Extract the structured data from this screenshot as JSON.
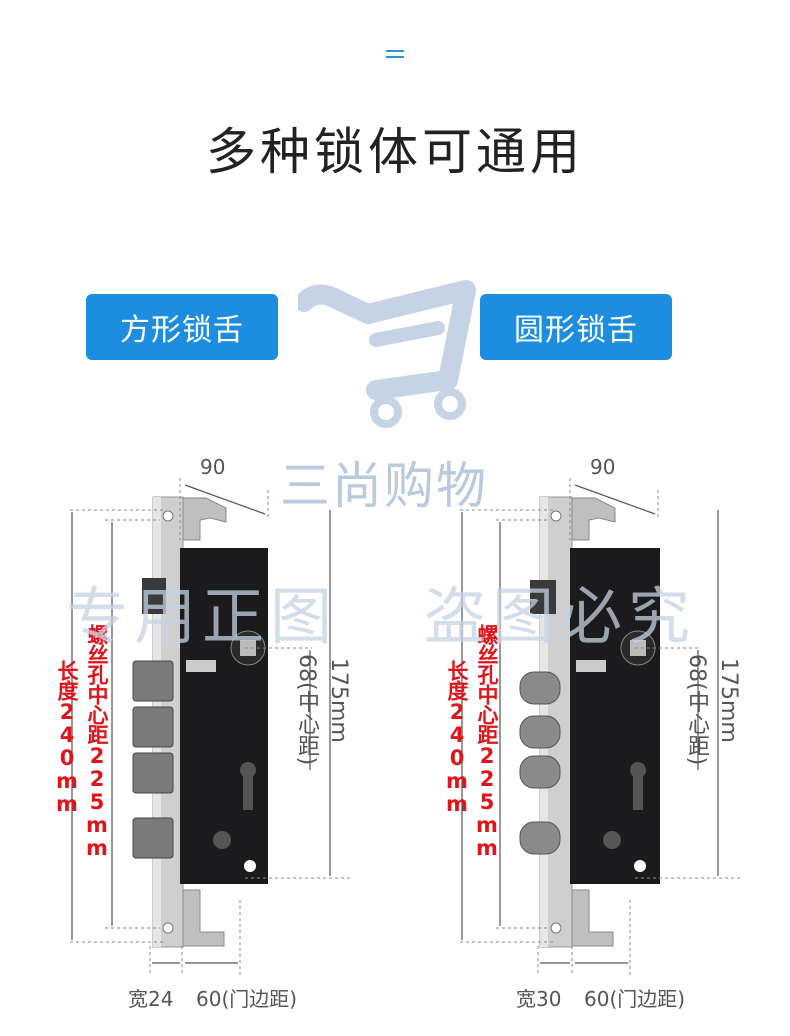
{
  "header": {
    "title": "多种锁体可通用"
  },
  "options": [
    {
      "label": "方形锁舌"
    },
    {
      "label": "圆形锁舌"
    }
  ],
  "watermark": {
    "brand": "三尚购物",
    "left": "专用正图",
    "right": "盗图必究"
  },
  "left_lock": {
    "width_top": "90",
    "length": "长度240mm",
    "screw": "螺丝孔中心距225mm",
    "center": "68(中心距)",
    "height": "175mm",
    "width_bottom": "宽24",
    "door_edge": "60(门边距)"
  },
  "right_lock": {
    "width_top": "90",
    "length": "长度240mm",
    "screw": "螺丝孔中心距225mm",
    "center": "68(中心距)",
    "height": "175mm",
    "width_bottom": "宽30",
    "door_edge": "60(门边距)"
  },
  "colors": {
    "accent": "#1d8de0",
    "red_label": "#e0141b",
    "lock_body": "#1b1b1d",
    "steel": "#c9c9c9"
  }
}
